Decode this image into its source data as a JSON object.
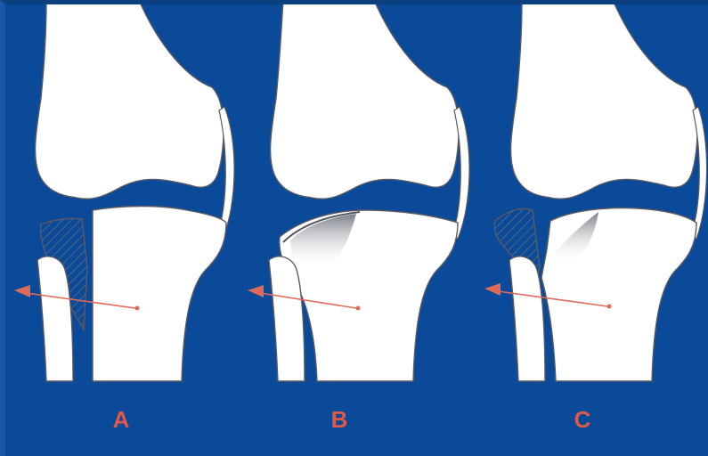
{
  "panels": [
    {
      "id": "A",
      "label": "A"
    },
    {
      "id": "B",
      "label": "B"
    },
    {
      "id": "C",
      "label": "C"
    }
  ],
  "colors": {
    "background": "#0a4a98",
    "bone": "#ffffff",
    "outline": "#5a5a66",
    "hatch": "#666a72",
    "arrow": "#e06a5a",
    "label": "#e05848"
  }
}
